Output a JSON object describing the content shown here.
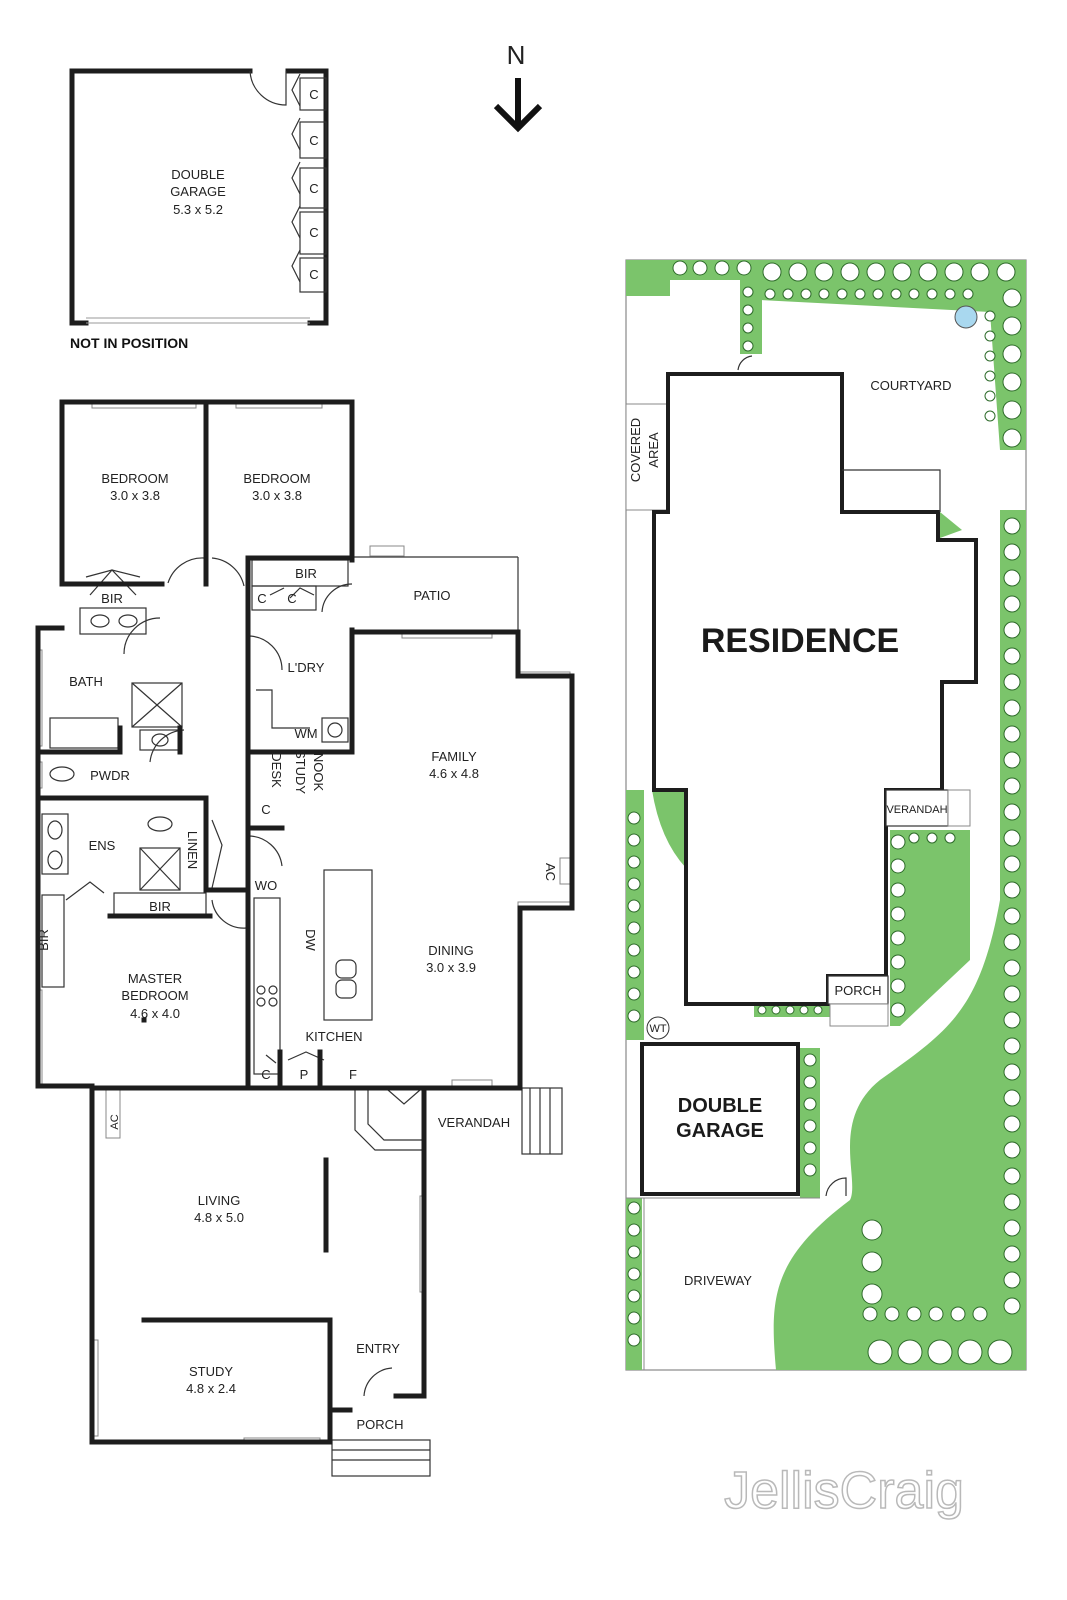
{
  "north": "N",
  "not_in_position": "NOT IN POSITION",
  "garage_detail": {
    "name_line1": "DOUBLE",
    "name_line2": "GARAGE",
    "size": "5.3 x 5.2",
    "cupboard": "C"
  },
  "rooms": {
    "bedroom1": {
      "name": "BEDROOM",
      "size": "3.0 x 3.8"
    },
    "bedroom2": {
      "name": "BEDROOM",
      "size": "3.0 x 3.8"
    },
    "bir_top": "BIR",
    "bir_bed1": "BIR",
    "bath": "BATH",
    "pwdr": "PWDR",
    "ens": "ENS",
    "linen": "LINEN",
    "bir_ens": "BIR",
    "bir_master": "BIR",
    "master": {
      "name_line1": "MASTER",
      "name_line2": "BEDROOM",
      "size": "4.6 x 4.0"
    },
    "patio": "PATIO",
    "ldry": "L'DRY",
    "wm": "WM",
    "desk": "DESK",
    "study_nook": {
      "line1": "STUDY",
      "line2": "NOOK"
    },
    "family": {
      "name": "FAMILY",
      "size": "4.6 x 4.8"
    },
    "ac_family": "AC",
    "wo": "WO",
    "dw": "DW",
    "dining": {
      "name": "DINING",
      "size": "3.0 x 3.9"
    },
    "kitchen": "KITCHEN",
    "c": "C",
    "p": "P",
    "f": "F",
    "verandah": "VERANDAH",
    "ac_living": "AC",
    "living": {
      "name": "LIVING",
      "size": "4.8 x 5.0"
    },
    "study": {
      "name": "STUDY",
      "size": "4.8 x 2.4"
    },
    "entry": "ENTRY",
    "porch": "PORCH"
  },
  "site": {
    "courtyard": "COURTYARD",
    "covered_area": {
      "line1": "COVERED",
      "line2": "AREA"
    },
    "residence": "RESIDENCE",
    "verandah": "VERANDAH",
    "porch": "PORCH",
    "wt": "WT",
    "double_garage": {
      "line1": "DOUBLE",
      "line2": "GARAGE"
    },
    "driveway": "DRIVEWAY"
  },
  "brand": "JellisCraig",
  "colors": {
    "garden": "#7bc46b",
    "wall": "#1d1d1d"
  }
}
